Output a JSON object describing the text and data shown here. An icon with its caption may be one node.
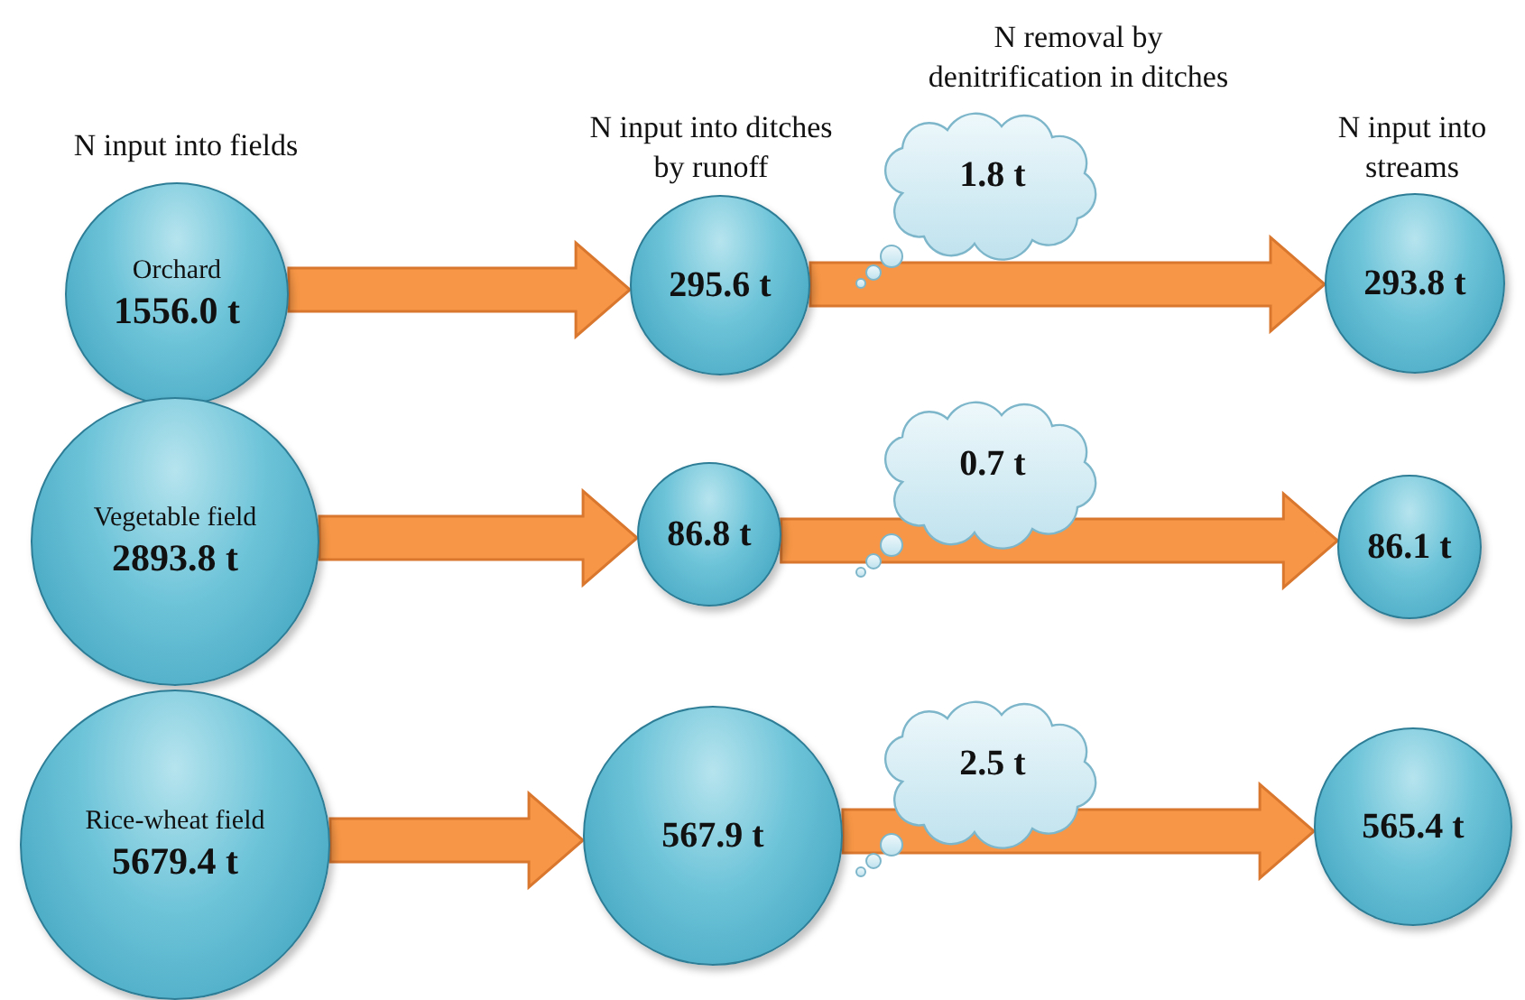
{
  "diagram": {
    "nodes": [
      {
        "text": [
          "Orchard",
          "1556.0 t"
        ]
      },
      {
        "text": [
          "295.6 t"
        ]
      },
      {
        "text": [
          "1.8 t"
        ]
      },
      {
        "text": [
          "293.8 t"
        ]
      },
      {
        "text": [
          "Vegetable field",
          "2893.8 t"
        ]
      },
      {
        "text": [
          "86.8 t"
        ]
      },
      {
        "text": [
          "0.7 t"
        ]
      },
      {
        "text": [
          "86.1 t"
        ]
      },
      {
        "text": [
          "Rice-wheat field",
          "5679.4 t"
        ]
      },
      {
        "text": [
          "567.9 t"
        ]
      },
      {
        "text": [
          "2.5 t"
        ]
      },
      {
        "text": [
          "565.4 t"
        ]
      }
    ],
    "edges": [
      {
        "from": 0,
        "to": 1,
        "arrow": "to"
      },
      {
        "from": 1,
        "to": 3,
        "arrow": "to"
      },
      {
        "from": 4,
        "to": 5,
        "arrow": "to"
      },
      {
        "from": 5,
        "to": 7,
        "arrow": "to"
      },
      {
        "from": 8,
        "to": 9,
        "arrow": "to"
      },
      {
        "from": 9,
        "to": 11,
        "arrow": "to"
      }
    ],
    "labels": [
      "N removal by denitrification in ditches",
      "N input into fields",
      "N input into ditches by runoff",
      "N input into streams"
    ]
  }
}
